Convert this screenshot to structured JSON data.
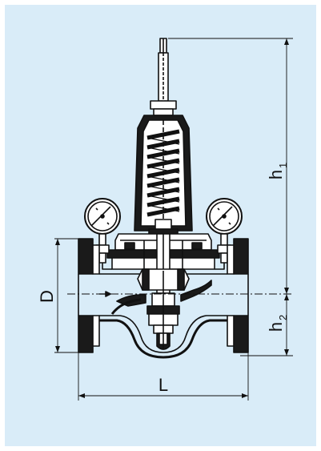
{
  "labels": {
    "h1_main": "h",
    "h1_sub": "1",
    "h2_main": "h",
    "h2_sub": "2",
    "d": "D",
    "l": "L"
  },
  "colors": {
    "background": "#d9ecf8",
    "ink": "#111111",
    "section_fill": "#1a1a1a"
  }
}
